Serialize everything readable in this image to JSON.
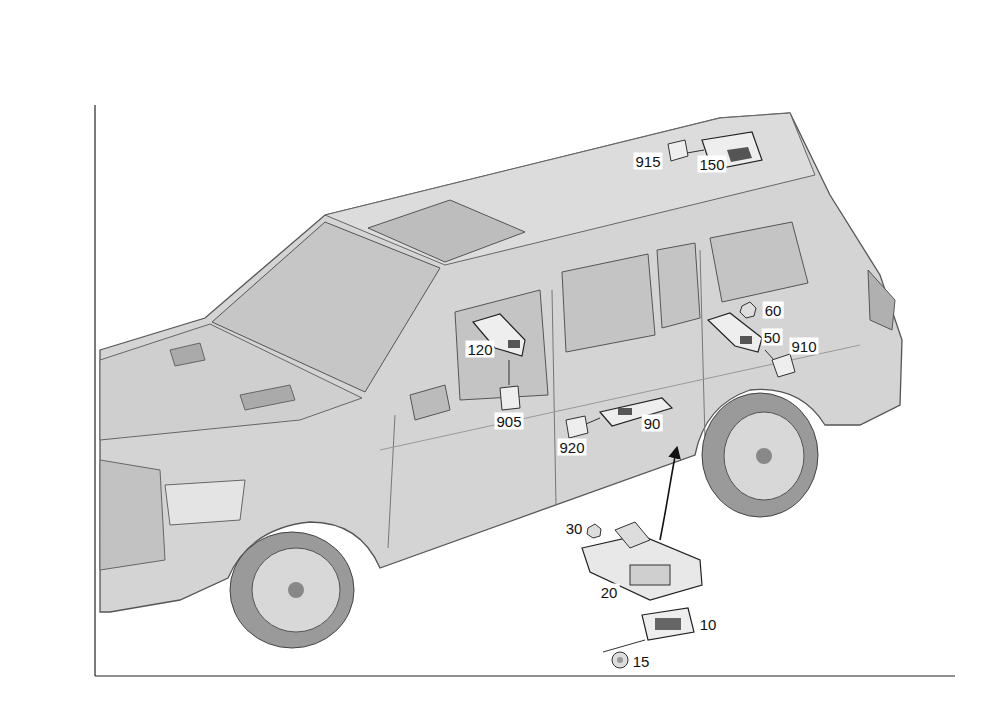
{
  "diagram": {
    "labels": [
      "915",
      "150",
      "60",
      "120",
      "50",
      "910",
      "905",
      "90",
      "920",
      "30",
      "20",
      "10",
      "15"
    ]
  }
}
